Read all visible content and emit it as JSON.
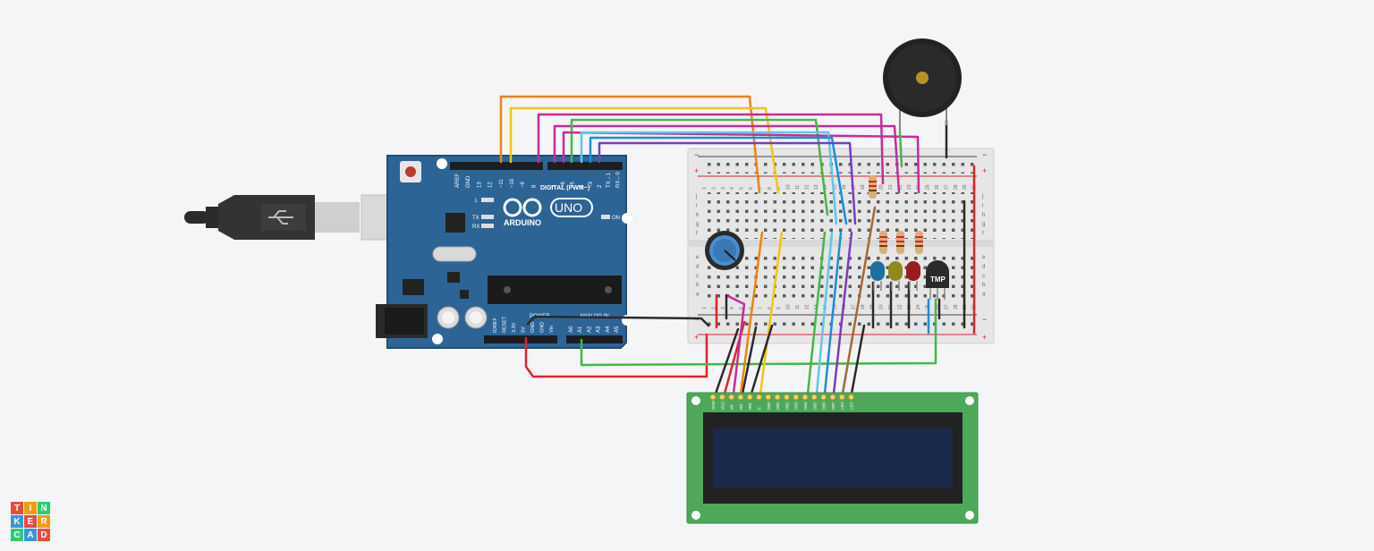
{
  "app": {
    "name": "Tinkercad"
  },
  "logo": {
    "letters": [
      "T",
      "I",
      "N",
      "K",
      "E",
      "R",
      "C",
      "A",
      "D"
    ],
    "colors": [
      "#e84c3d",
      "#f39c12",
      "#2ecc71",
      "#3498db",
      "#e84c3d",
      "#f39c12",
      "#2ecc71",
      "#3498db",
      "#e84c3d"
    ]
  },
  "arduino": {
    "brand": "ARDUINO",
    "model": "UNO",
    "digital_header_label": "DIGITAL (PWM~)",
    "digital_pins": [
      "AREF",
      "GND",
      "13",
      "12",
      "~11",
      "~10",
      "~9",
      "8",
      "7",
      "~6",
      "~5",
      "4",
      "~3",
      "2",
      "TX→1",
      "RX←0"
    ],
    "power_header_label": "POWER",
    "power_pins": [
      "IOREF",
      "RESET",
      "3.3V",
      "5V",
      "GND",
      "GND",
      "Vin"
    ],
    "analog_header_label": "ANALOG IN",
    "analog_pins": [
      "A0",
      "A1",
      "A2",
      "A3",
      "A4",
      "A5"
    ],
    "led_labels": [
      "L",
      "TX",
      "RX"
    ],
    "on_label": "ON",
    "board_color": "#2d6496"
  },
  "breadboard": {
    "column_numbers": [
      "1",
      "2",
      "3",
      "4",
      "5",
      "6",
      "7",
      "8",
      "9",
      "10",
      "11",
      "12",
      "13",
      "14",
      "15",
      "16",
      "17",
      "18",
      "19",
      "20",
      "21",
      "22",
      "23",
      "24",
      "25",
      "26",
      "27",
      "28",
      "29",
      "30"
    ],
    "row_letters_top": [
      "j",
      "i",
      "h",
      "g",
      "f"
    ],
    "row_letters_bottom": [
      "e",
      "d",
      "c",
      "b",
      "a"
    ],
    "rail_plus": "+",
    "rail_minus": "−"
  },
  "sensor": {
    "label": "TMP"
  },
  "lcd": {
    "pin_labels": [
      "GND",
      "VCC",
      "V0",
      "RS",
      "RW",
      "E",
      "DB0",
      "DB1",
      "DB2",
      "DB3",
      "DB4",
      "DB5",
      "DB6",
      "DB7",
      "LED",
      "LED"
    ],
    "screen_color": "#1b2a4a"
  },
  "leds": [
    {
      "name": "blue",
      "color": "#1f6fa0"
    },
    {
      "name": "yellow",
      "color": "#8f8a1e"
    },
    {
      "name": "red",
      "color": "#9b1c1c"
    }
  ],
  "wire_colors": {
    "orange": "#f2820c",
    "yellow": "#f4c40f",
    "magenta": "#c72c9b",
    "green": "#47b647",
    "cyan": "#5fc8e6",
    "blue": "#1b8fd6",
    "purple": "#7a3cc2",
    "red": "#e0232a",
    "black": "#2a2a2a",
    "brown": "#a36a3a"
  }
}
